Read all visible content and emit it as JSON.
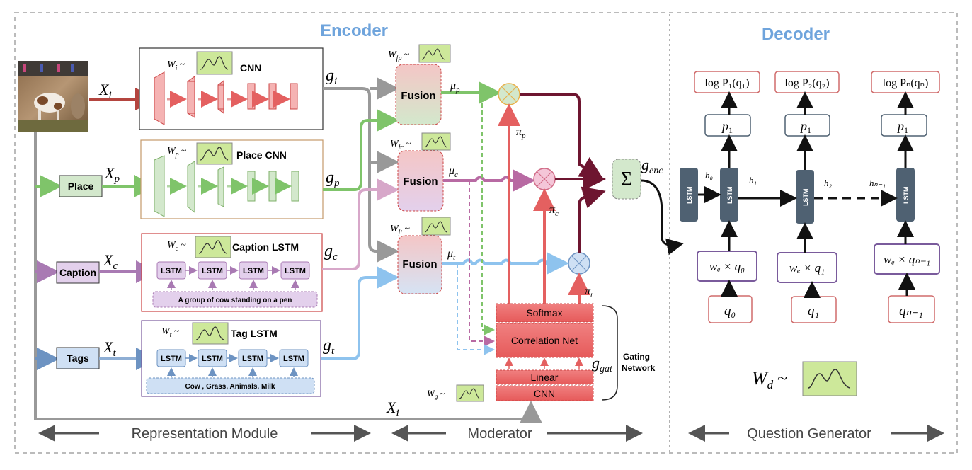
{
  "sections": {
    "encoder": "Encoder",
    "decoder": "Decoder",
    "representation_module": "Representation Module",
    "moderator": "Moderator",
    "question_generator": "Question Generator"
  },
  "inputs": {
    "place": "Place",
    "caption": "Caption",
    "tags": "Tags"
  },
  "vars": {
    "xi": "X",
    "xi_sub": "i",
    "xp_sub": "p",
    "xc_sub": "c",
    "xt_sub": "t",
    "gi": "g",
    "gi_sub": "i",
    "gp_sub": "p",
    "gc_sub": "c",
    "gt_sub": "t",
    "g_enc_sub": "enc",
    "g_gat_sub": "gat",
    "mu": "μ",
    "mu_p": "p",
    "mu_c": "c",
    "mu_t": "t",
    "pi": "π",
    "pi_p": "p",
    "pi_c": "c",
    "pi_t": "t"
  },
  "encoders": {
    "cnn_title": "CNN",
    "place_cnn_title": "Place CNN",
    "caption_lstm_title": "Caption LSTM",
    "tag_lstm_title": "Tag LSTM",
    "w": "W",
    "wi_sub": "i",
    "wp_sub": "p",
    "wc_sub": "c",
    "wt_sub": "t",
    "tilde": "~",
    "lstm": "LSTM",
    "caption_text": "A group of cow standing on a pen",
    "tags_text": "Cow , Grass, Animals, Milk"
  },
  "fusion": {
    "label": "Fusion",
    "wfp_sub": "fp",
    "wfc_sub": "fc",
    "wft_sub": "ft"
  },
  "gating": {
    "softmax": "Softmax",
    "correlation_net": "Correlation Net",
    "linear": "Linear",
    "cnn": "CNN",
    "gating_network": [
      "Gating",
      "Network"
    ],
    "wg_sub": "g"
  },
  "sum_symbol": "Σ",
  "decoder": {
    "outputs": [
      "log P₁(q₁)",
      "log P₂(q₂)",
      "log Pₙ(qₙ)"
    ],
    "p_label": "p",
    "p_sub": "1",
    "lstm": "LSTM",
    "h": [
      "h₀",
      "h₁",
      "h₂",
      "hₙ₋₁"
    ],
    "embeds": [
      "wₑ × q₀",
      "wₑ × q₁",
      "wₑ × qₙ₋₁"
    ],
    "q": [
      "q₀",
      "q₁",
      "qₙ₋₁"
    ],
    "wd": "W",
    "wd_sub": "d"
  }
}
